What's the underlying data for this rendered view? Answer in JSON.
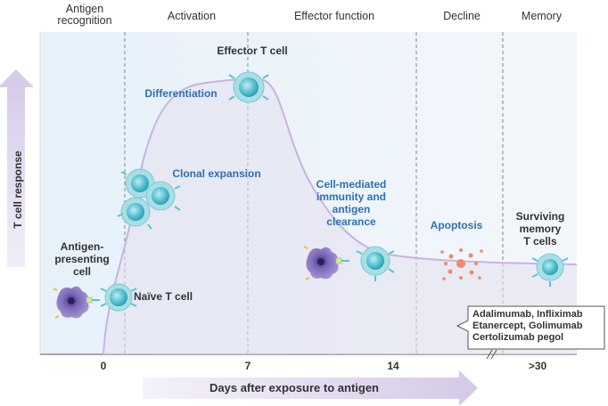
{
  "phases": [
    "Antigen recognition",
    "Activation",
    "Effector function",
    "Decline",
    "Memory"
  ],
  "labels": {
    "effector_cell": "Effector T cell",
    "differentiation": "Differentiation",
    "clonal_expansion": "Clonal expansion",
    "cell_mediated": [
      "Cell-mediated",
      "immunity and",
      "antigen",
      "clearance"
    ],
    "apoptosis": "Apoptosis",
    "surviving": [
      "Surviving",
      "memory",
      "T cells"
    ],
    "apc": [
      "Antigen-",
      "presenting",
      "cell"
    ],
    "naive": "Naïve T cell"
  },
  "drugs": [
    "Adalimumab, Infliximab",
    "Etanercept, Golimumab",
    "Certolizumab pegol"
  ],
  "x_ticks": [
    "0",
    "7",
    "14",
    ">30"
  ],
  "y_axis_label": "T cell response",
  "x_axis_label": "Days after exposure to antigen",
  "colors": {
    "panel_bg": "#eef5fb",
    "curve": "#c9b3e0",
    "cell_fill": "#5cc3d1",
    "cell_ring": "#a8dfe6",
    "apc_fill": "#7d6ab8",
    "apoptosis": "#f08a6a",
    "blue_text": "#2f6fb5",
    "arrow": "#d9d0ea"
  }
}
